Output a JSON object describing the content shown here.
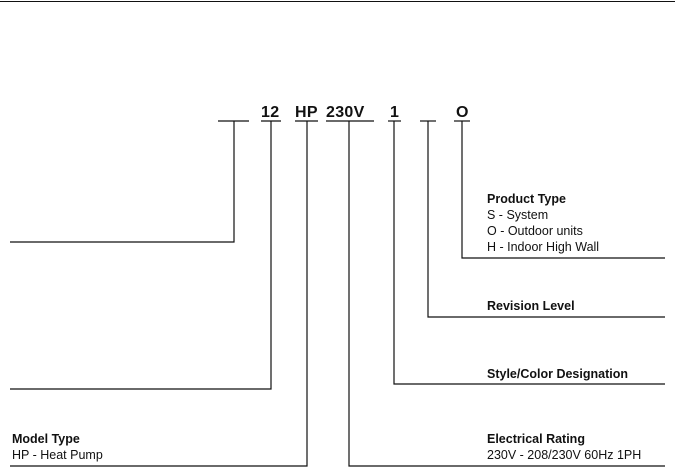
{
  "model_code": {
    "segments": [
      "12",
      "HP",
      "230V",
      "1",
      "O"
    ]
  },
  "fields": {
    "model_type": {
      "title": "Model Type",
      "lines": [
        "HP - Heat Pump"
      ]
    },
    "electrical_rating": {
      "title": "Electrical Rating",
      "lines": [
        "230V - 208/230V 60Hz 1PH"
      ]
    },
    "style_color": {
      "title": "Style/Color Designation"
    },
    "revision_level": {
      "title": "Revision Level"
    },
    "product_type": {
      "title": "Product Type",
      "lines": [
        "S - System",
        "O - Outdoor units",
        "H - Indoor High Wall"
      ]
    }
  }
}
